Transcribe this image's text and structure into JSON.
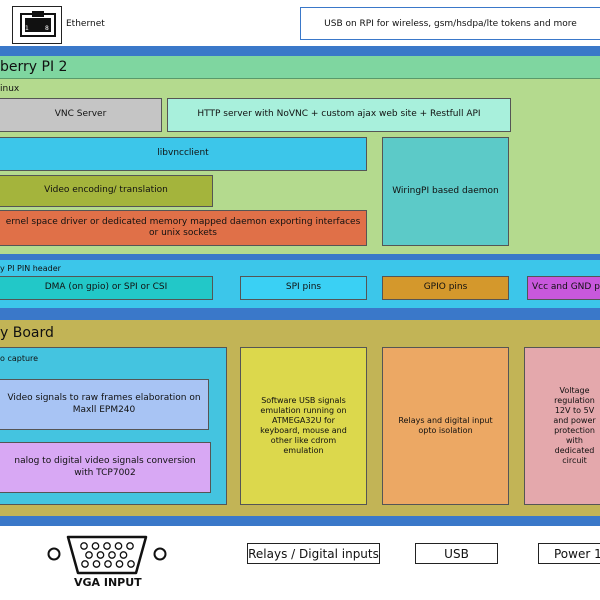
{
  "top": {
    "ethernet_label": "Ethernet",
    "eth_pin1": "1",
    "eth_pin8": "8",
    "usb_wireless": "USB on RPI for wireless, gsm/hsdpa/lte tokens and more"
  },
  "rpi": {
    "title": "berry PI 2",
    "linux_label": "inux",
    "vnc_server": "VNC Server",
    "http_server": "HTTP server with NoVNC + custom ajax web site + Restfull API",
    "libvncclient": "libvncclient",
    "video_encoding": "Video encoding/ translation",
    "kernel_driver": "ernel space driver or dedicated memory mapped daemon exporting interfaces or unix sockets",
    "wiringpi": "WiringPI based daemon"
  },
  "pin_header": {
    "label": "y PI PIN header",
    "dma": "DMA (on gpio) or SPI or CSI",
    "spi": "SPI pins",
    "gpio": "GPIO pins",
    "vcc": "Vcc and GND pin"
  },
  "board": {
    "title": "y Board",
    "capture_label": "o capture",
    "video_raw": "Video signals to raw frames elaboration on Maxll EPM240",
    "analog_conv": "nalog to digital video signals conversion with TCP7002",
    "usb_emulation": "Software USB signals emulation running on ATMEGA32U for keyboard, mouse and other like cdrom emulation",
    "relays_opto": "Relays and digital input opto isolation",
    "voltage": "Voltage regulation 12V to 5V and power protection with dedicated circuit"
  },
  "bottom": {
    "vga_input": "VGA INPUT",
    "relays_inputs": "Relays / Digital inputs",
    "usb": "USB",
    "power": "Power 1"
  },
  "colors": {
    "blue_frame": "#3a78c9",
    "rpi_green": "#b4da8e",
    "rpi_header_green": "#7fd6a0",
    "board_olive": "#c2b456",
    "vnc_gray": "#c5c5c5",
    "http_mint": "#a8f0dc",
    "cyan": "#3cc6ea",
    "olive_green": "#a4b43c",
    "orange_red": "#e07048",
    "teal": "#5ccac8",
    "teal_strong": "#22c8c8",
    "spi_cyan": "#3ad0f4",
    "gpio_orange": "#d4982c",
    "vcc_magenta": "#c858dc",
    "capture_cyan": "#44c4e0",
    "lavender_blue": "#a8c4f4",
    "lavender_pink": "#d8a8f4",
    "yellow": "#dcd84c",
    "peach": "#eca864",
    "pink": "#e4a8ac"
  }
}
